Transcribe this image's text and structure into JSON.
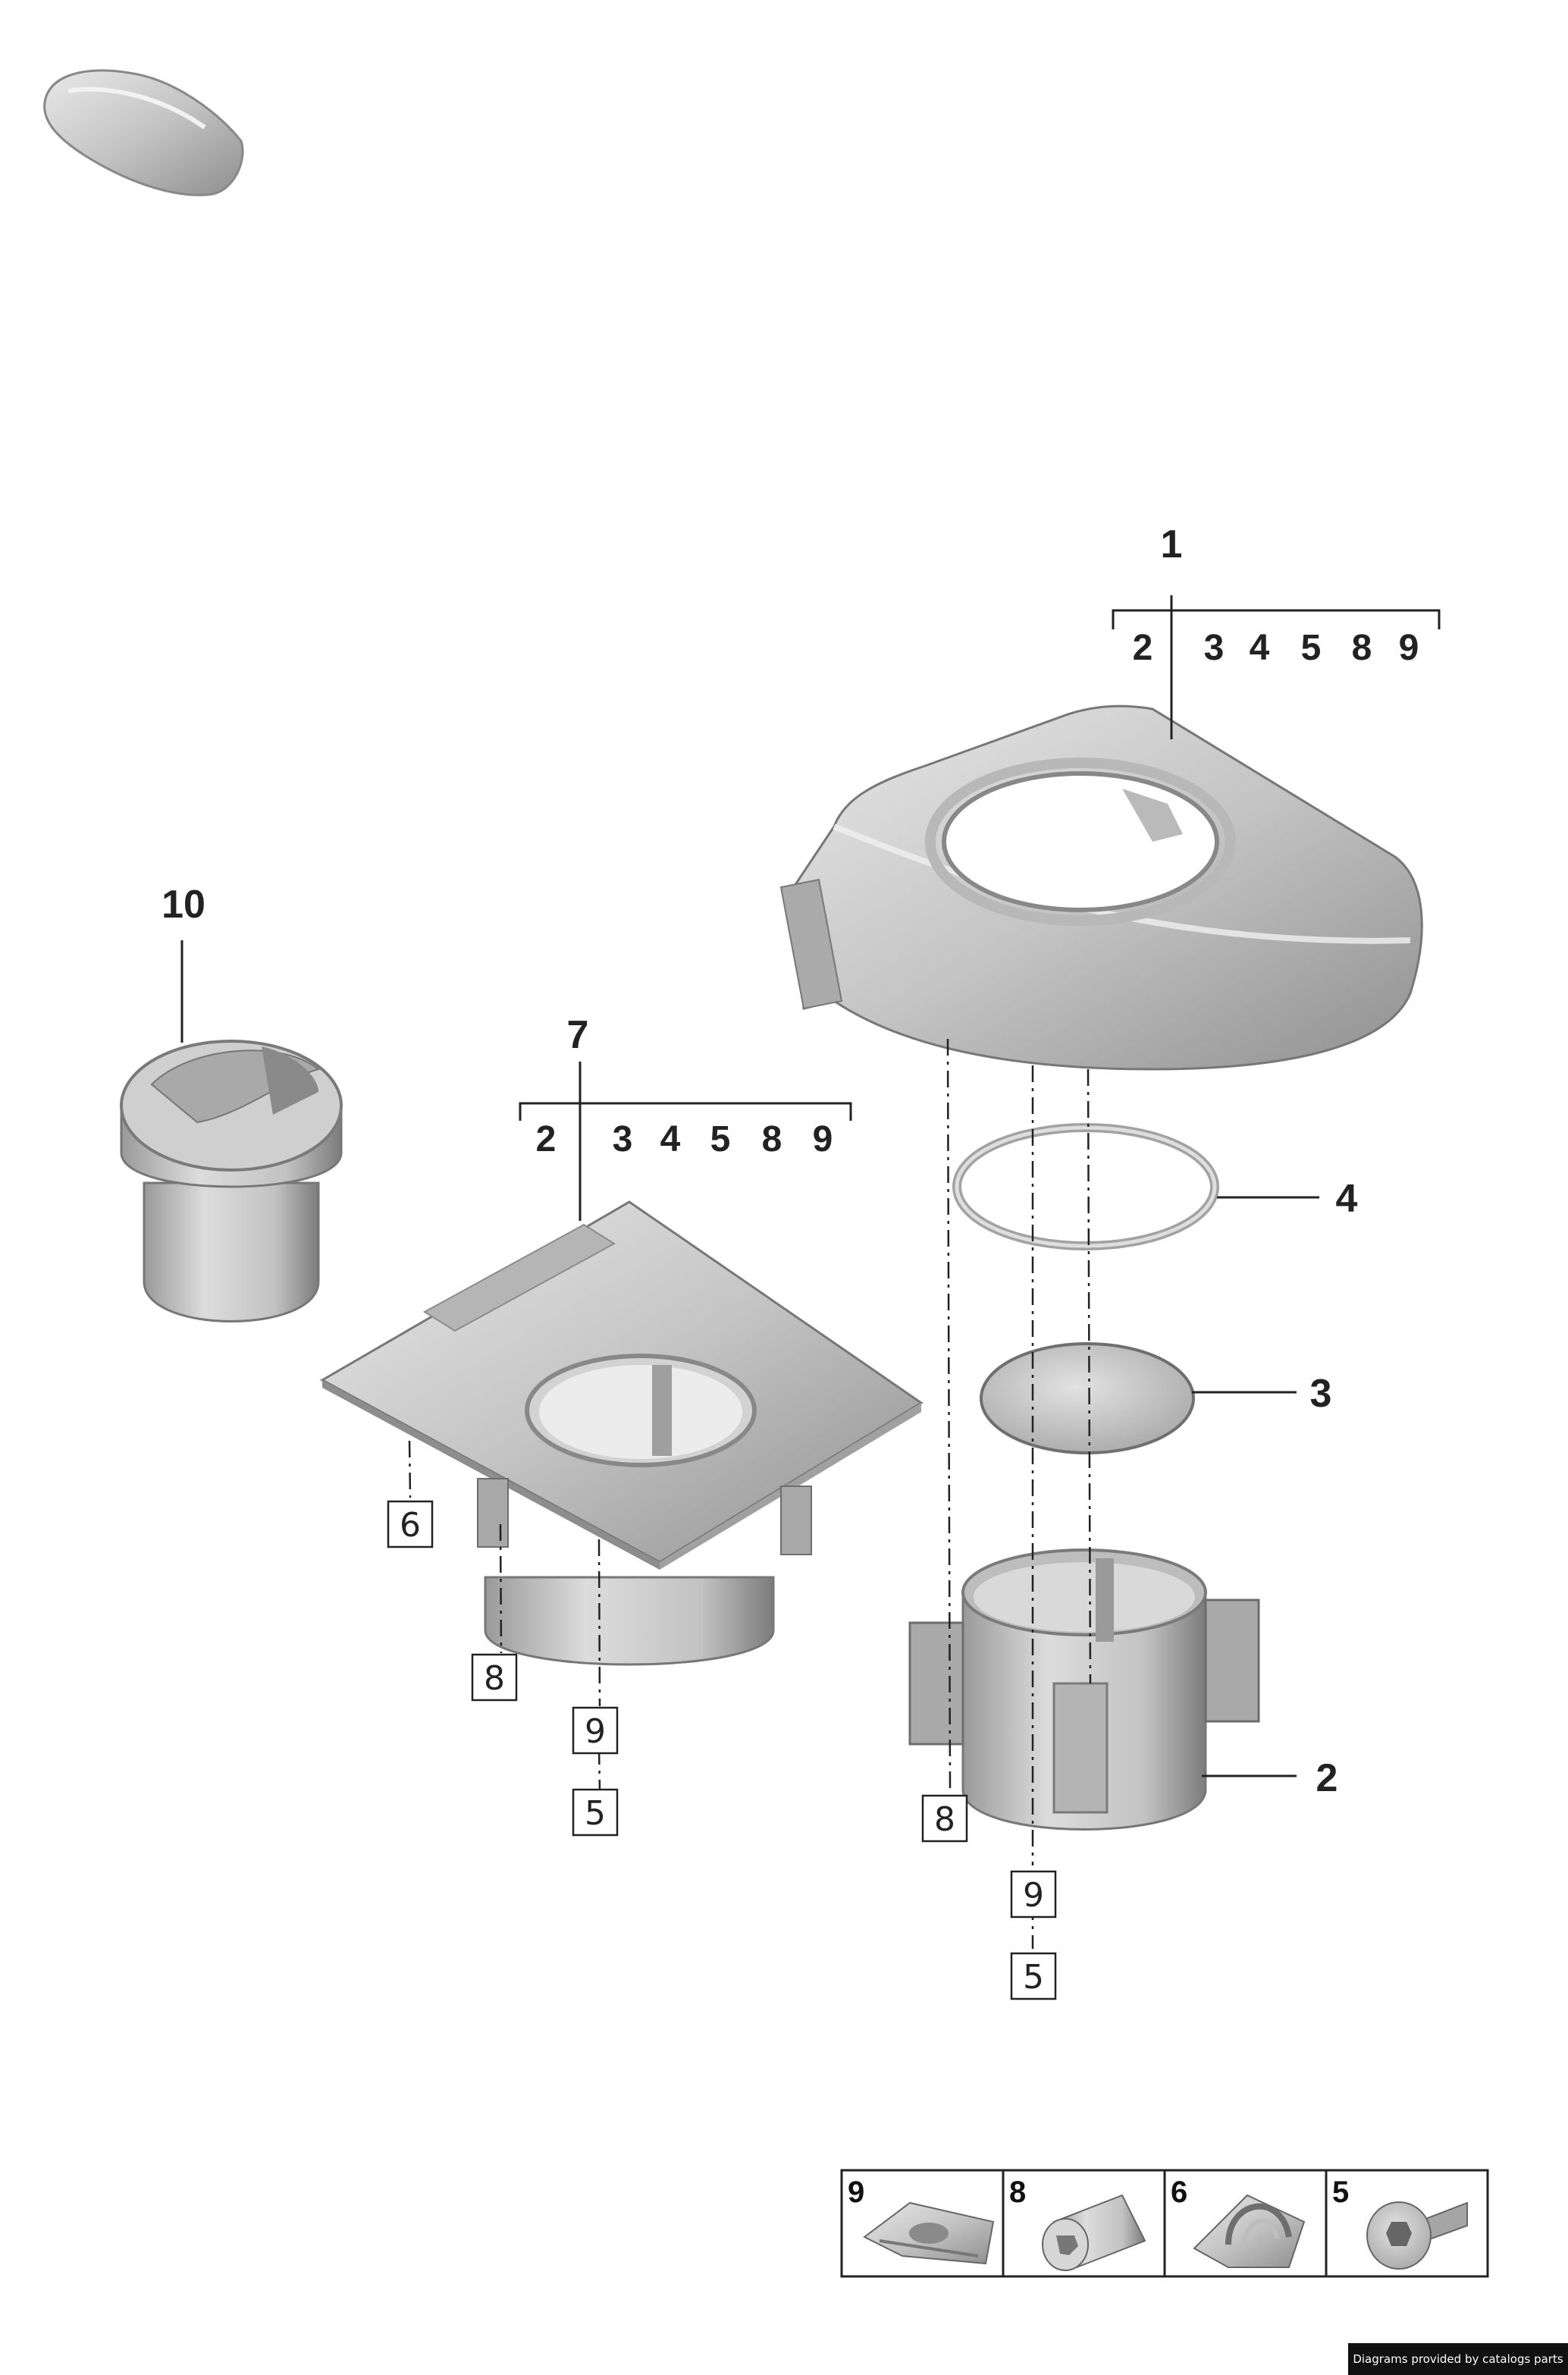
{
  "callouts": {
    "c1": "1",
    "c2": "2",
    "c3": "3",
    "c4": "4",
    "c7": "7",
    "c10": "10"
  },
  "bracket1": [
    "2",
    "3",
    "4",
    "5",
    "8",
    "9"
  ],
  "bracket7": [
    "2",
    "3",
    "4",
    "5",
    "8",
    "9"
  ],
  "boxed": {
    "left_6": "6",
    "left_8": "8",
    "left_9": "9",
    "left_5": "5",
    "right_8": "8",
    "right_9": "9",
    "right_5": "5"
  },
  "legend": [
    {
      "label": "9",
      "icon": "speed-nut-clip-icon"
    },
    {
      "label": "8",
      "icon": "expansion-rivet-icon"
    },
    {
      "label": "6",
      "icon": "spring-clip-icon"
    },
    {
      "label": "5",
      "icon": "torx-screw-icon"
    }
  ],
  "footer": "Diagrams provided by catalogs parts",
  "colors": {
    "part_fill": "#c9c9c9",
    "part_dark": "#8e8e8e",
    "line": "#222222",
    "footer_bg": "#111111"
  }
}
